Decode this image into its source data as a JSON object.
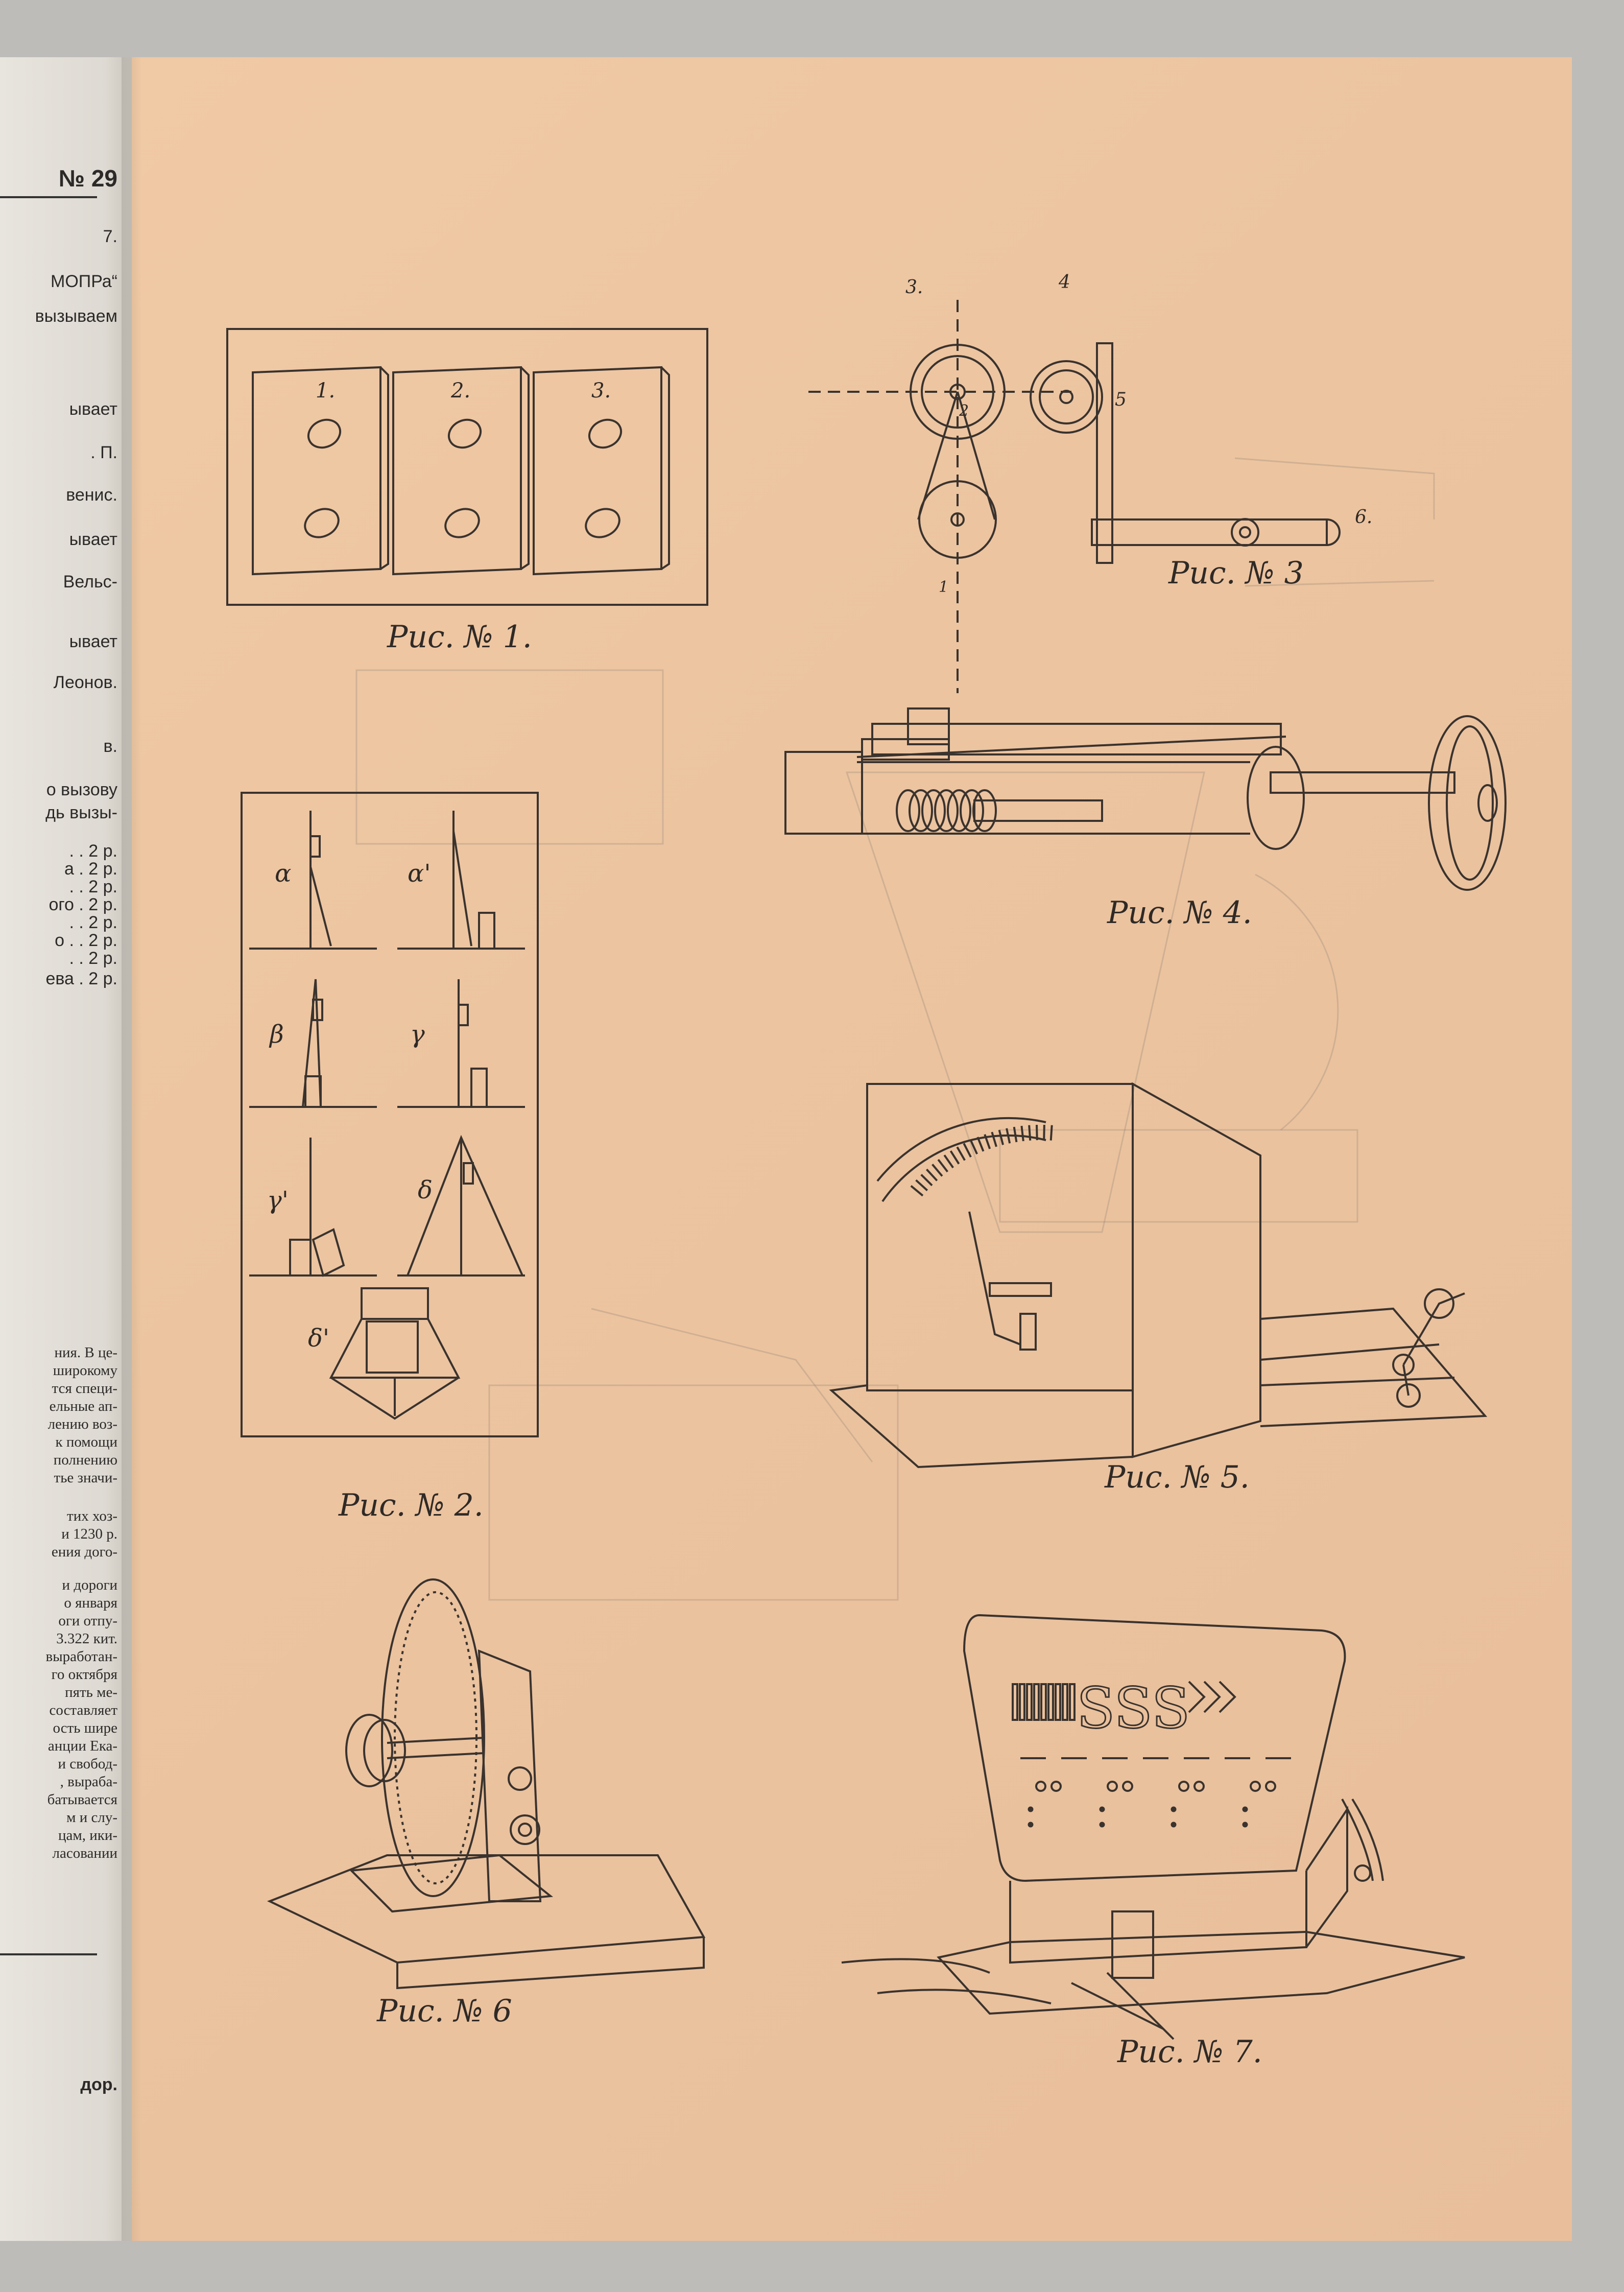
{
  "left_strip": {
    "issue_number": "№ 29",
    "fragments": [
      "7.",
      "МОПРа“",
      "вызываем",
      "ывает",
      ". П.",
      "венис.",
      "ывает",
      "Вельс-",
      "ывает",
      "Леонов.",
      "в.",
      "о вызову",
      "дь вызы-",
      ". . 2 р.",
      "а . 2 р.",
      ". . 2 р.",
      "ого . 2 р.",
      ". . 2 р.",
      "о . . 2 р.",
      ". . 2 р.",
      "ева . 2 р."
    ],
    "text_fragments": [
      "ния. В це-",
      "широкому",
      "тся специ-",
      "ельные ап-",
      "лению воз-",
      "к помощи",
      "полнению",
      "тье значи-",
      "тих хоз-",
      "и 1230 р.",
      "ения дого-",
      "и дороги",
      "о января",
      "оги отпу-",
      "3.322 кит.",
      "выработан-",
      "го октября",
      "пять ме-",
      "составляет",
      "ость шире",
      "анции Ека-",
      "и свобод-",
      ", выраба-",
      "батывается",
      "м и слу-",
      "цам, ики-",
      "ласовании"
    ],
    "footer": "дор."
  },
  "figures": {
    "fig1": {
      "caption": "Рис. № 1.",
      "labels": [
        "1.",
        "2.",
        "3."
      ]
    },
    "fig2": {
      "caption": "Рис. № 2.",
      "labels": [
        "α",
        "α'",
        "β",
        "γ",
        "γ'",
        "δ",
        "δ'"
      ]
    },
    "fig3": {
      "caption": "Рис. № 3",
      "labels": [
        "3.",
        "4",
        "5",
        "6.",
        "1",
        "2"
      ]
    },
    "fig4": {
      "caption": "Рис. № 4."
    },
    "fig5": {
      "caption": "Рис. № 5."
    },
    "fig6": {
      "caption": "Рис. № 6"
    },
    "fig7": {
      "caption": "Рис. № 7."
    }
  }
}
